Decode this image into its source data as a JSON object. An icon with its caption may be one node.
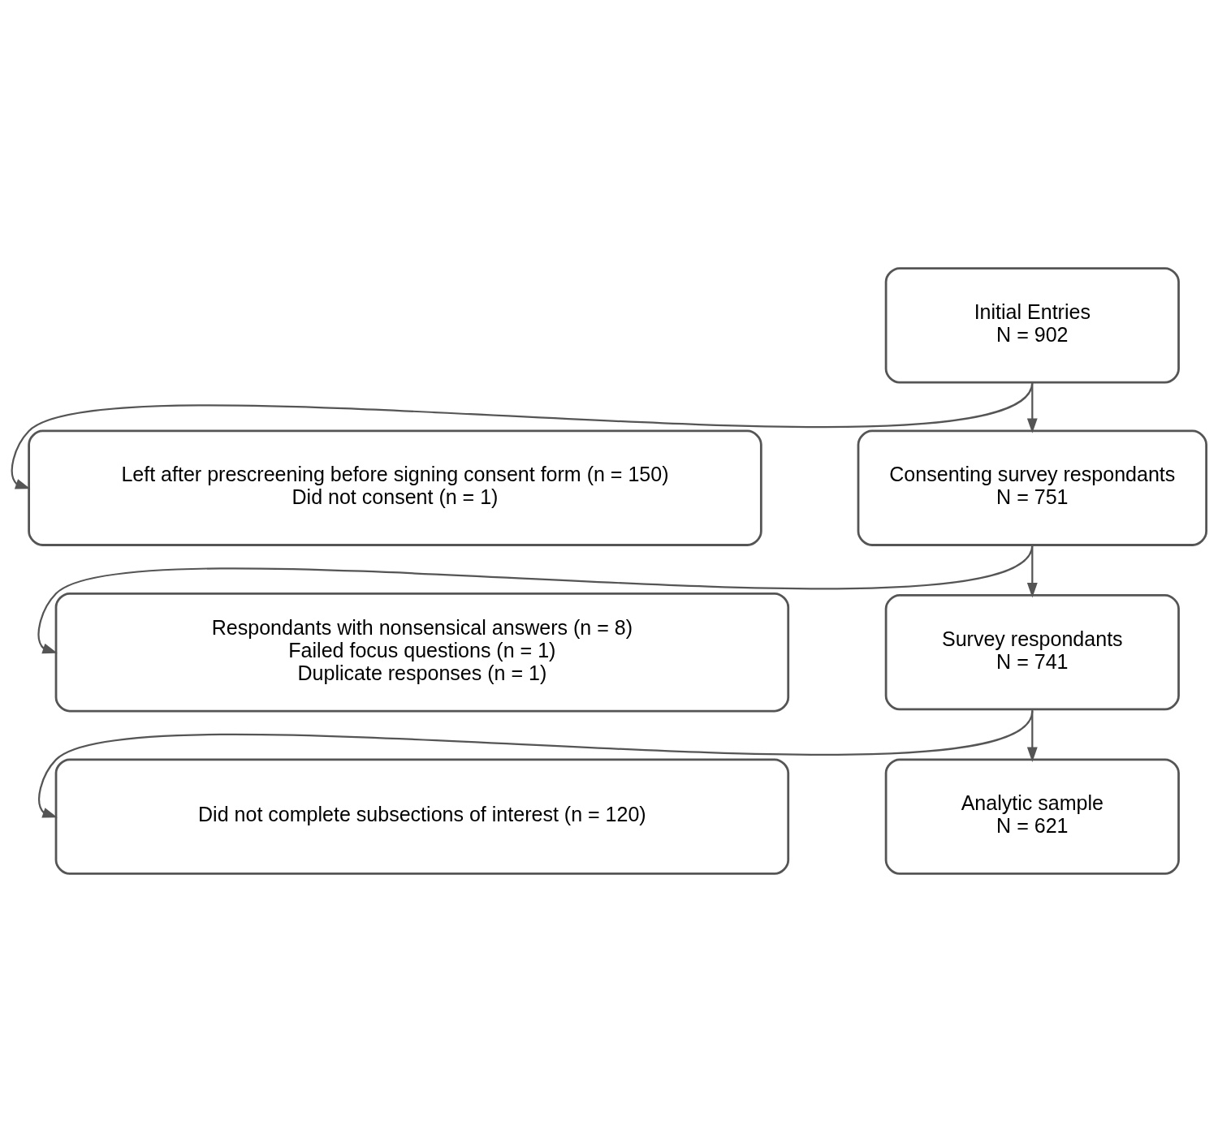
{
  "diagram": {
    "nodes": [
      {
        "text": [
          "Initial Entries",
          "N = 902"
        ]
      },
      {
        "text": [
          "Left after prescreening before signing consent form (n = 150)",
          "Did not consent (n = 1)"
        ]
      },
      {
        "text": [
          "Consenting survey respondants",
          "N = 751"
        ]
      },
      {
        "text": [
          "Respondants with nonsensical answers (n = 8)",
          "Failed focus questions (n = 1)",
          "Duplicate responses (n = 1)"
        ]
      },
      {
        "text": [
          "Survey respondants",
          "N = 741"
        ]
      },
      {
        "text": [
          "Did not complete subsections of interest (n = 120)"
        ]
      },
      {
        "text": [
          "Analytic sample",
          "N = 621"
        ]
      }
    ],
    "edges": [
      {
        "from": 0,
        "to": 1,
        "arrow": "to"
      },
      {
        "from": 0,
        "to": 2,
        "arrow": "to"
      },
      {
        "from": 2,
        "to": 3,
        "arrow": "to"
      },
      {
        "from": 2,
        "to": 4,
        "arrow": "to"
      },
      {
        "from": 4,
        "to": 5,
        "arrow": "to"
      },
      {
        "from": 4,
        "to": 6,
        "arrow": "to"
      }
    ]
  }
}
